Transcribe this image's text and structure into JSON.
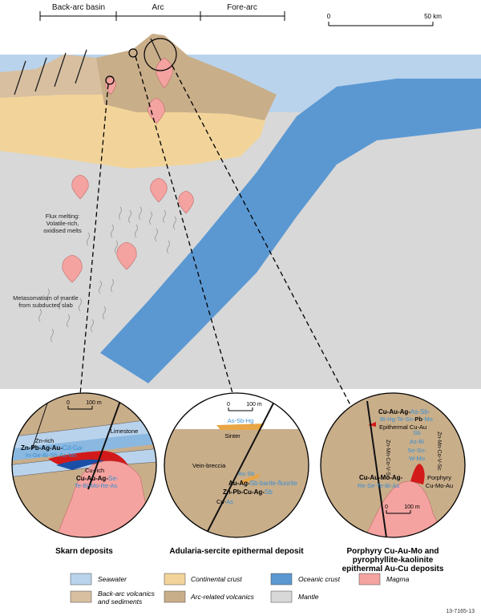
{
  "header": {
    "zone_back_arc": "Back-arc basin",
    "zone_arc": "Arc",
    "zone_fore_arc": "Fore-arc"
  },
  "scale_main": {
    "start": "0",
    "end": "50 km"
  },
  "slab_labels": {
    "flux_l1": "Flux melting:",
    "flux_l2": "Volatile-rich,",
    "flux_l3": "oxidised melts",
    "meta_l1": "Metasomatism of mantle",
    "meta_l2": "from subducted slab"
  },
  "skarn": {
    "scale_start": "0",
    "scale_end": "100 m",
    "limestone": "Limestone",
    "zn_rich": "Zn-rich",
    "zn_metals": "Zn-Pb-Ag-Au-",
    "zn_extra1": "Cd-Ga-",
    "zn_extra2": "In-Ge-Bi-Sb-As-Mn",
    "cu_rich": "Cu-rich",
    "cu_metals": "Cu-Au-Ag-",
    "cu_extra1": "Se-",
    "cu_extra2": "Te-Bi-Mo-Re-As",
    "title": "Skarn deposits"
  },
  "epithermal": {
    "scale_start": "0",
    "scale_end": "100 m",
    "as_sb_hg": "As-Sb-Hg",
    "sinter": "Sinter",
    "vein_breccia": "Vein-breccia",
    "as_sb": "As-Sb",
    "au_ag": "Au-Ag-",
    "au_ag_extra": "Sb-barite-fluorite",
    "zn_pb": "Zn-Pb-Cu-Ag-",
    "zn_pb_extra": "Sb",
    "cu": "Cu-",
    "cu_extra": "As",
    "title": "Adularia-sercite epithermal deposit"
  },
  "porphyry": {
    "top_metals": "Cu-Au-Ag-",
    "top_extra1": "As-Sb-",
    "top_extra2a": "Bi-Hg-Te-Sn-",
    "top_pb": "Pb",
    "top_dash": "-",
    "top_mo": "Mo",
    "epithermal": "Epithermal Cu-Au",
    "vert_left": "Zn-Mn-Co-V-Sc",
    "vert_right": "Zn-Mn-Co-V-Sc",
    "sb": "Sb",
    "as_bi": "As-Bi",
    "se_sn": "Se-Sn-",
    "w_mo": "W-Mo",
    "low_metals": "Cu-Au-Mo-Ag-",
    "low_extra": "Re-Se-Te-Bi-As",
    "porphyry": "Porphyry",
    "porphyry_metals": "Cu-Mo-Au",
    "scale_start": "0",
    "scale_end": "100 m",
    "title_l1": "Porphyry Cu-Au-Mo and",
    "title_l2": "pyrophyllite-kaolinite",
    "title_l3": "epithermal Au-Cu deposits"
  },
  "legend": {
    "seawater": "Seawater",
    "continental": "Continental crust",
    "oceanic": "Oceanic crust",
    "magma": "Magma",
    "backarc_l1": "Back-arc volcanics",
    "backarc_l2": "and sediments",
    "arc": "Arc-related volcanics",
    "mantle": "Mantle"
  },
  "figure_id": "13-7165-13",
  "colors": {
    "seawater": "#b9d3ec",
    "continental": "#f2d49a",
    "oceanic": "#5b98d2",
    "magma": "#f4a3a0",
    "backarc": "#d8bfa0",
    "arc": "#c9ae8a",
    "mantle": "#d8d8d8",
    "blue_text": "#3a8fd0",
    "red_ore": "#d21a1a"
  }
}
